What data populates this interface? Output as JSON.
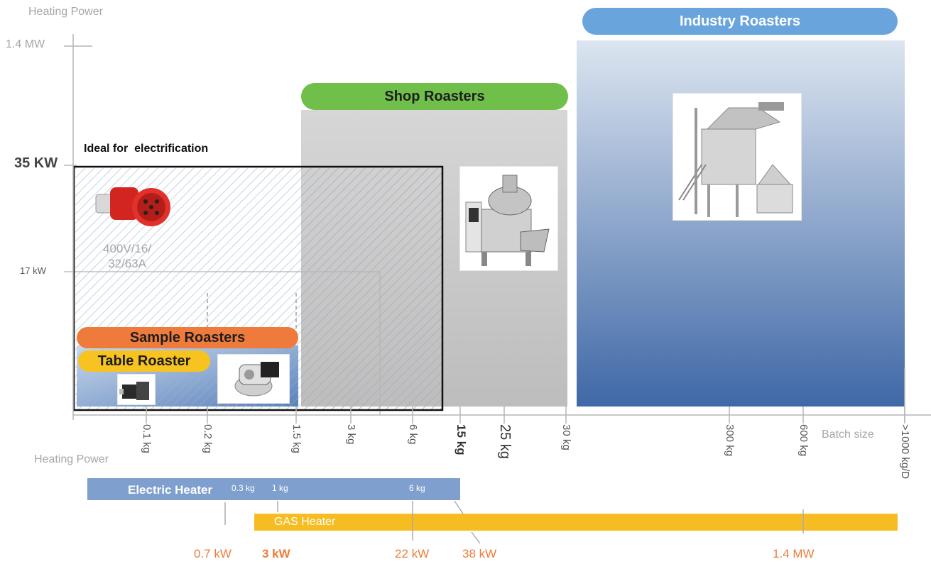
{
  "y_axis": {
    "title": "Heating Power",
    "ticks": [
      "1.4 MW",
      "35 KW",
      "17 kW"
    ]
  },
  "x_axis": {
    "title": "Batch size",
    "ticks": [
      "0.1 kg",
      "0.2 kg",
      "1.5 kg",
      "3 kg",
      "6 kg",
      "15 kg",
      "25 kg",
      "30 kg",
      "300 kg",
      "600 kg",
      ">1000 kg/D"
    ]
  },
  "regions": {
    "electrification_label": "Ideal for  electrification",
    "plug_spec": "400V/16/\n32/63A",
    "sample": "Sample Roasters",
    "table": "Table Roaster",
    "shop": "Shop Roasters",
    "industry": "Industry Roasters"
  },
  "heater_scale": {
    "title": "Heating Power",
    "electric": {
      "label": "Electric Heater",
      "marks": [
        "0.3 kg",
        "1 kg",
        "6 kg"
      ]
    },
    "gas": {
      "label": "GAS Heater"
    },
    "power_labels": [
      "0.7 kW",
      "3 kW",
      "22 kW",
      "38 kW",
      "1.4 MW"
    ]
  },
  "colors": {
    "industry_top": "#d9e3ef",
    "industry_bottom": "#3f6aa8",
    "shop_gray": "#c8c8c8",
    "green_pill": "#6fbf4a",
    "blue_pill": "#6aa4dc",
    "orange_pill": "#ee7b3b",
    "yellow_pill": "#f7c321",
    "electric_bar": "#7f9fcf",
    "gas_bar": "#f6bd22",
    "power_text": "#ee7b3b"
  }
}
